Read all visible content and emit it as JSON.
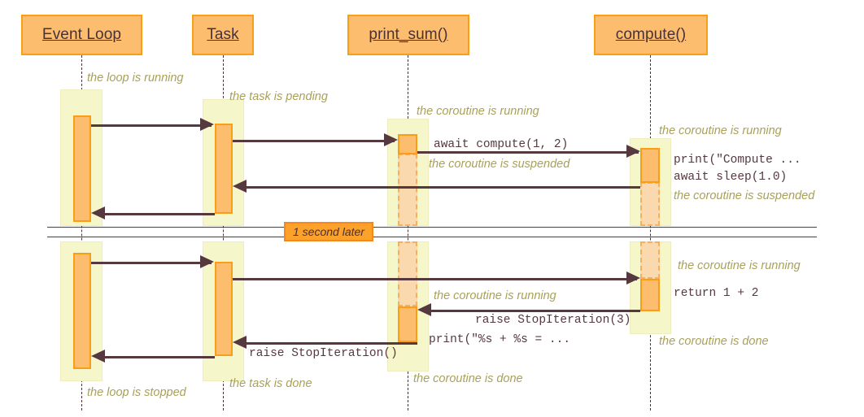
{
  "diagram": {
    "type": "sequence-diagram",
    "title": "asyncio event loop coroutine sequence",
    "colors": {
      "participant_fill": "#FCBE6E",
      "participant_border": "#FB9E17",
      "note_band": "#F6F6CB",
      "activation_fill": "#FCBE6E",
      "activation_border": "#FB9E17",
      "suspended_fill": "#FBD9AF",
      "suspended_border": "#FBAE5A",
      "arrow": "#56383F",
      "note_text": "#A9A159",
      "message_text": "#56383F",
      "divider_fill": "#FCA22B"
    }
  },
  "participants": [
    {
      "id": "event_loop",
      "label": "Event Loop"
    },
    {
      "id": "task",
      "label": "Task"
    },
    {
      "id": "print_sum",
      "label": "print_sum()"
    },
    {
      "id": "compute",
      "label": "compute()"
    }
  ],
  "divider": {
    "label": "1 second later"
  },
  "notes": [
    {
      "id": "n1",
      "text": "the loop is running"
    },
    {
      "id": "n2",
      "text": "the task is pending"
    },
    {
      "id": "n3",
      "text": "the coroutine is running"
    },
    {
      "id": "n4",
      "text": "the coroutine is running"
    },
    {
      "id": "n5",
      "text": "the coroutine is suspended"
    },
    {
      "id": "n6",
      "text": "the coroutine is suspended"
    },
    {
      "id": "n7",
      "text": "the coroutine is running"
    },
    {
      "id": "n8",
      "text": "the coroutine is running"
    },
    {
      "id": "n9",
      "text": "the coroutine is done"
    },
    {
      "id": "n10",
      "text": "the coroutine is done"
    },
    {
      "id": "n11",
      "text": "the task is done"
    },
    {
      "id": "n12",
      "text": "the loop is stopped"
    }
  ],
  "messages": [
    {
      "id": "m1",
      "from": "task",
      "to": "compute",
      "text": "await compute(1, 2)"
    },
    {
      "id": "m2",
      "from": "compute",
      "to": "print_sum",
      "text": "print(\"Compute ..."
    },
    {
      "id": "m3",
      "from": "compute",
      "to": "print_sum",
      "text": "await sleep(1.0)"
    },
    {
      "id": "m4",
      "from": "compute",
      "to": "print_sum",
      "text": "return 1 + 2"
    },
    {
      "id": "m5",
      "from": "compute",
      "to": "print_sum",
      "text": "raise StopIteration(3)"
    },
    {
      "id": "m6",
      "from": "print_sum",
      "to": "task",
      "text": "print(\"%s + %s = ..."
    },
    {
      "id": "m7",
      "from": "print_sum",
      "to": "task",
      "text": "raise StopIteration()"
    }
  ]
}
